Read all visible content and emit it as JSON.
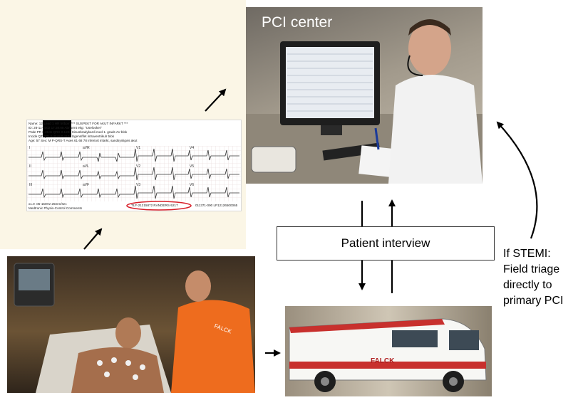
{
  "pci_photo": {
    "title": "PCI center"
  },
  "ecg": {
    "header_lines": [
      "Name:                    12-Lead 1         HR 50bpm  *** SUSPEKT FOR AKUT INFARKT ***",
      "ID:                      28-11-2002        17:39:08 Abnormt ekg: \"Uselooket\"",
      "Patie                    PR 0.264s         QRS 0.128s Sinusbradykardi med 1. grads AV blok",
      "Incide                   QT/QTc            0.454s/0.413s Ugens/flet intraventrikulr blok",
      "Age: 57          Sex: M  P-QRS-T Axes      61 68 78 Inferiort infarkt, sandsynligvis akut"
    ],
    "lead_labels": [
      "I",
      "aVR",
      "V1",
      "V4",
      "II",
      "aVL",
      "V2",
      "V5",
      "III",
      "aVF",
      "V3",
      "V6"
    ],
    "footer_line1": "x1.0  .05-150Hz 25mm/sec",
    "footer_line2": "Medtronic Physio-Control  Comments",
    "circled_text": "TLF-21215872 RANDERS-5217",
    "trailing_text": "011371-090 LP12126500065"
  },
  "interview_label": "Patient interview",
  "stemi_note": "If STEMI:\nField triage\ndirectly to\nprimary PCI",
  "van_text": "FALCK",
  "jacket_text": "FALCK",
  "colors": {
    "ecg_panel_bg": "#fbf6e6",
    "circle": "#d8202a",
    "arrow": "#000000"
  }
}
